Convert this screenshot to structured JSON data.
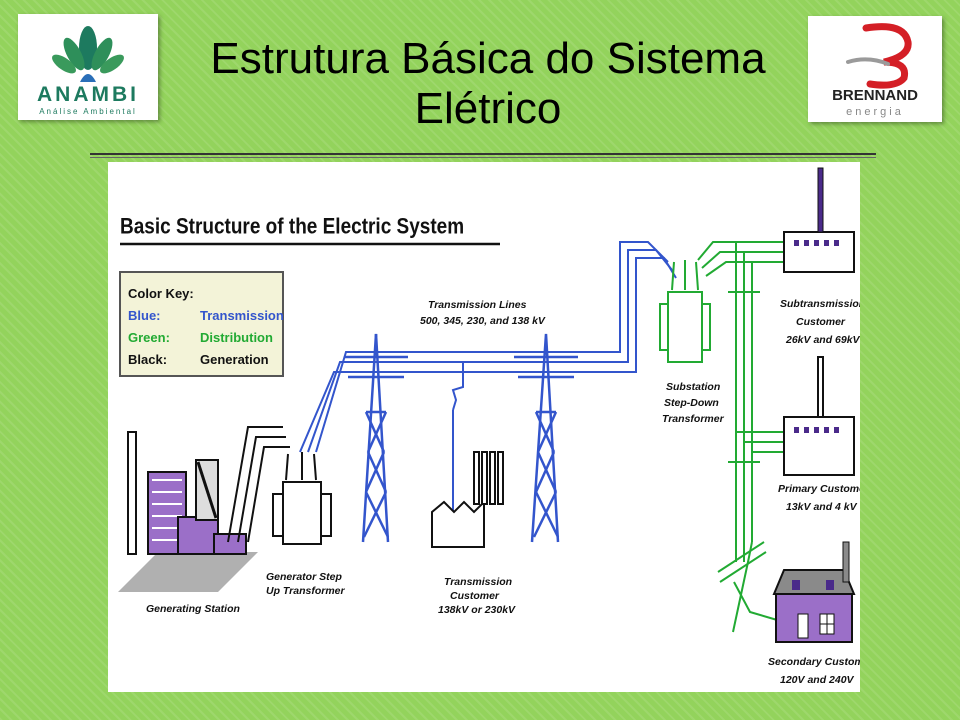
{
  "slide": {
    "title_line1": "Estrutura Básica do Sistema",
    "title_line2": "Elétrico"
  },
  "logos": {
    "anambi": {
      "name": "ANAMBI",
      "tagline": "Análise Ambiental",
      "color": "#1d7a5f"
    },
    "brennand": {
      "name": "BRENNAND",
      "tagline": "energia",
      "color": "#d41f26"
    }
  },
  "diagram": {
    "heading": "Basic Structure of the Electric System",
    "color_key": {
      "title": "Color Key:",
      "rows": [
        {
          "color": "Blue:",
          "meaning": "Transmission",
          "hex": "#3355cc"
        },
        {
          "color": "Green:",
          "meaning": "Distribution",
          "hex": "#22aa33"
        },
        {
          "color": "Black:",
          "meaning": "Generation",
          "hex": "#111111"
        }
      ]
    },
    "labels": {
      "generating_station": "Generating Station",
      "gen_step_up_1": "Generator Step",
      "gen_step_up_2": "Up Transformer",
      "trans_lines_1": "Transmission Lines",
      "trans_lines_2": "500, 345, 230, and 138 kV",
      "trans_cust_1": "Transmission",
      "trans_cust_2": "Customer",
      "trans_cust_3": "138kV or 230kV",
      "substation_1": "Substation",
      "substation_2": "Step-Down",
      "substation_3": "Transformer",
      "subtrans_1": "Subtransmission",
      "subtrans_2": "Customer",
      "subtrans_3": "26kV and 69kV",
      "primary_1": "Primary  Customer",
      "primary_2": "13kV and 4 kV",
      "secondary_1": "Secondary Customer",
      "secondary_2": "120V and 240V"
    }
  }
}
